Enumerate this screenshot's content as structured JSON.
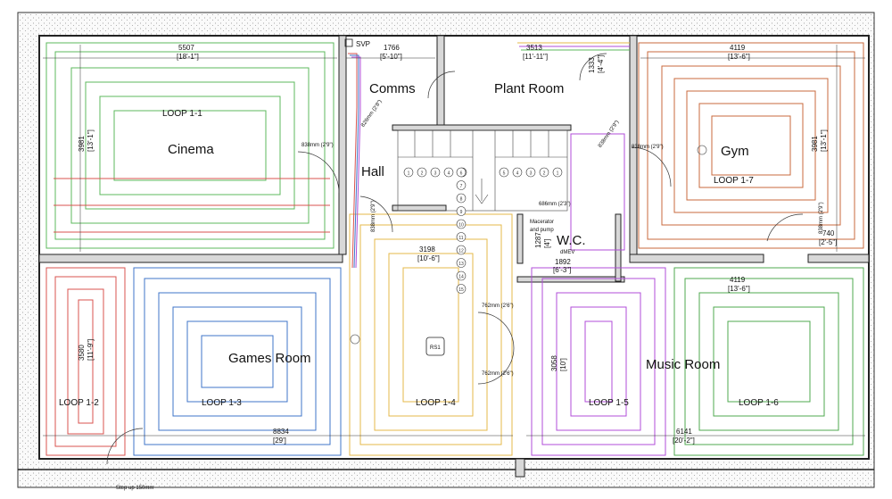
{
  "rooms": {
    "cinema": "Cinema",
    "comms": "Comms",
    "plant_room": "Plant Room",
    "gym": "Gym",
    "hall": "Hall",
    "wc": "W.C.",
    "games_room": "Games Room",
    "music_room": "Music Room"
  },
  "loops": {
    "loop_1_1": "LOOP 1-1",
    "loop_1_2": "LOOP 1-2",
    "loop_1_3": "LOOP 1-3",
    "loop_1_4": "LOOP 1-4",
    "loop_1_5": "LOOP 1-5",
    "loop_1_6": "LOOP 1-6",
    "loop_1_7": "LOOP 1-7"
  },
  "dimensions": {
    "cinema_width": "5507",
    "cinema_width_imp": "[18'-1\"]",
    "comms_width": "1766",
    "comms_width_imp": "[5'-10\"]",
    "plant_width": "3513",
    "plant_width_imp": "[11'-11\"]",
    "plant_depth": "1333",
    "plant_depth_imp": "[4'-4\"]",
    "gym_width": "4119",
    "gym_width_imp": "[13'-6\"]",
    "cinema_depth": "3981",
    "cinema_depth_imp": "[13'-1\"]",
    "gym_depth": "3981",
    "gym_depth_imp": "[13'-1\"]",
    "hall_width": "3198",
    "hall_width_imp": "[10'-6\"]",
    "wc_width": "1892",
    "wc_width_imp": "[6'-3\"]",
    "wc_depth": "1287",
    "wc_depth_imp": "[4']",
    "music_width_top": "4119",
    "music_width_top_imp": "[13'-6\"]",
    "games_depth": "3580",
    "games_depth_imp": "[11'-9\"]",
    "games_width": "8834",
    "games_width_imp": "[29']",
    "music_width": "6141",
    "music_width_imp": "[20'-2\"]",
    "music_depth": "3058",
    "music_depth_imp": "[10']",
    "side_740": "740",
    "side_740_imp": "[2'-5\"]"
  },
  "doors": {
    "d_838_cinema": "838mm (2'9\")",
    "d_838_gym": "838mm (2'9\")",
    "d_686": "686mm (2'3\")",
    "d_762_top": "762mm (2'6\")",
    "d_762_bottom": "762mm (2'6\")",
    "d_826": "826mm (2'8\")",
    "d_838_hall": "838mm (2'9\")",
    "d_838_right": "838mm (2'9\")",
    "d_838_plant": "838mm (2'9\")"
  },
  "tags": {
    "svp": "SVP",
    "macerator": "Macerator",
    "and_pump": "and pump",
    "dmev": "dMEV",
    "rs1": "RS1",
    "step_up": "Step up 150mm"
  },
  "stair_numbers_left": [
    "1",
    "2",
    "3",
    "4",
    "5"
  ],
  "stair_numbers_right": [
    "5",
    "4",
    "3",
    "2",
    "1"
  ],
  "stair_numbers_down": [
    "6",
    "7",
    "8",
    "9",
    "10",
    "11",
    "12",
    "13",
    "14",
    "15"
  ],
  "colors": {
    "loop_1_1": "#5cb85c",
    "loop_1_2": "#d9534f",
    "loop_1_3": "#3f74c9",
    "loop_1_4": "#e6b84a",
    "loop_1_5": "#b04ed8",
    "loop_1_6": "#4faa4f",
    "loop_1_7": "#c86a3c",
    "wall": "#222222"
  }
}
